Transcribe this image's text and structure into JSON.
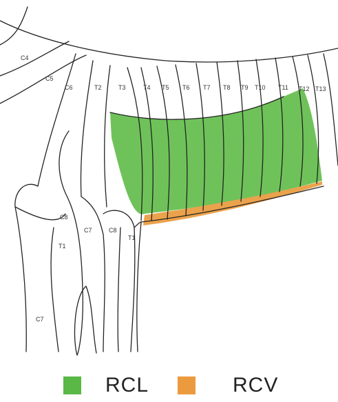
{
  "segments": {
    "C4": "C4",
    "C5": "C5",
    "C6": "C6",
    "T2": "T2",
    "T3": "T3",
    "T4": "T4",
    "T5": "T5",
    "T6": "T6",
    "T7": "T7",
    "T8": "T8",
    "T9": "T9",
    "T10": "T10",
    "T11": "T11",
    "T12": "T12",
    "T13": "T13",
    "C8": "C8",
    "C7_left": "C7",
    "C8_right": "C8",
    "T1": "T1",
    "T1_right": "T1",
    "C7_bottom": "C7"
  },
  "legend": {
    "items": [
      {
        "label": "RCL",
        "color": "#5ab847"
      },
      {
        "label": "RCV",
        "color": "#ec9a3e"
      }
    ]
  },
  "colors": {
    "rcl_region": "#6fc25a",
    "rcv_region": "#eba24c",
    "outline": "#222222"
  }
}
